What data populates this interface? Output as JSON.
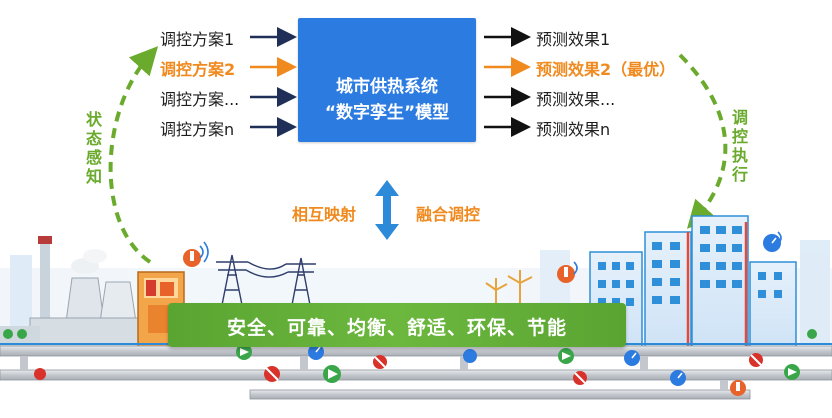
{
  "plans": [
    "调控方案1",
    "调控方案2",
    "调控方案...",
    "调控方案n"
  ],
  "effects": [
    "预测效果1",
    "预测效果2（最优）",
    "预测效果...",
    "预测效果n"
  ],
  "model": {
    "line1": "城市供热系统",
    "line2": "“数字孪生”模型"
  },
  "left_label": "状态感知",
  "right_label": "调控执行",
  "mid_left": "相互映射",
  "mid_right": "融合调控",
  "banner": "安全、可靠、均衡、舒适、环保、节能",
  "colors": {
    "model_blue": "#2c7be0",
    "highlight_orange": "#f08a1e",
    "green_dashed": "#6aaa2c",
    "arrow_navy": "#1f2f57",
    "pipe": "#c9ccd1",
    "building_blue": "#2f8fd8"
  },
  "icons": [
    "thermometer-icon",
    "wireless-sensor-icon",
    "valve-icon",
    "pump-icon",
    "gauge-icon",
    "computer-chip-icon"
  ]
}
